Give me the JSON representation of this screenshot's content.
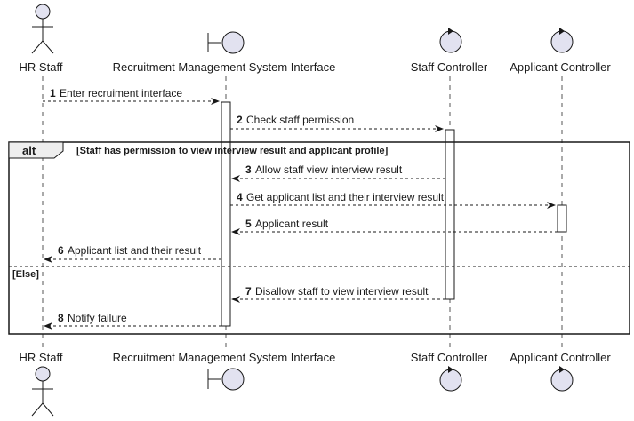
{
  "colors": {
    "participant_fill": "#e2e2f0",
    "stroke": "#181818",
    "lifeline": "#555555",
    "activation_fill": "#ffffff",
    "background": "#ffffff"
  },
  "participants": [
    {
      "label": "HR Staff",
      "type": "actor",
      "icon": "actor-icon"
    },
    {
      "label": "Recruitment Management System Interface",
      "type": "boundary",
      "icon": "boundary-icon"
    },
    {
      "label": "Staff Controller",
      "type": "control",
      "icon": "control-icon"
    },
    {
      "label": "Applicant Controller",
      "type": "control",
      "icon": "control-icon"
    }
  ],
  "messages": [
    {
      "num": "1",
      "text": "Enter recruiment interface",
      "from": 0,
      "to": 1,
      "dashed": true
    },
    {
      "num": "2",
      "text": "Check staff permission",
      "from": 1,
      "to": 2,
      "dashed": true
    },
    {
      "num": "3",
      "text": "Allow staff view interview result",
      "from": 2,
      "to": 1,
      "dashed": true
    },
    {
      "num": "4",
      "text": "Get applicant list and their interview result",
      "from": 1,
      "to": 3,
      "dashed": true
    },
    {
      "num": "5",
      "text": "Applicant result",
      "from": 3,
      "to": 1,
      "dashed": true
    },
    {
      "num": "6",
      "text": "Applicant list and their result",
      "from": 1,
      "to": 0,
      "dashed": true
    },
    {
      "num": "7",
      "text": "Disallow staff to view interview result",
      "from": 2,
      "to": 1,
      "dashed": true
    },
    {
      "num": "8",
      "text": "Notify failure",
      "from": 1,
      "to": 0,
      "dashed": true
    }
  ],
  "fragment": {
    "operator": "alt",
    "condition": "[Staff has permission to view interview result and applicant profile]",
    "else_condition": "[Else]"
  }
}
